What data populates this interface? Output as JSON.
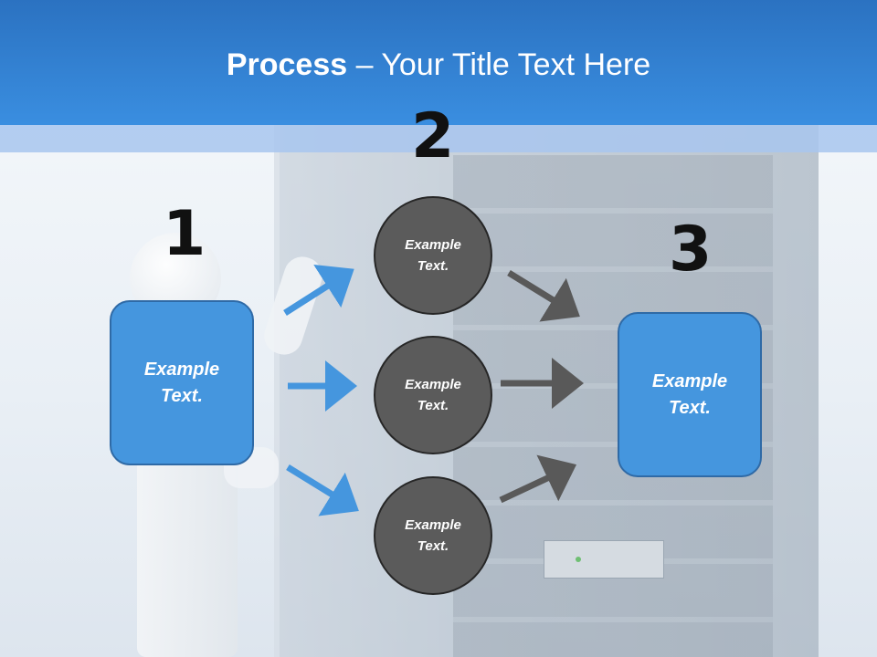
{
  "header": {
    "title_bold": "Process",
    "title_rest": " – Your Title Text Here"
  },
  "steps": {
    "one": {
      "number": "1",
      "text": "Example\nText."
    },
    "two": {
      "number": "2",
      "items": [
        {
          "text": "Example\nText."
        },
        {
          "text": "Example\nText."
        },
        {
          "text": "Example\nText."
        }
      ]
    },
    "three": {
      "number": "3",
      "text": "Example\nText."
    }
  },
  "colors": {
    "header": "#3a8ee0",
    "box": "#4596de",
    "circle": "#5b5b5b",
    "arrow_blue": "#4596de",
    "arrow_gray": "#595959"
  }
}
